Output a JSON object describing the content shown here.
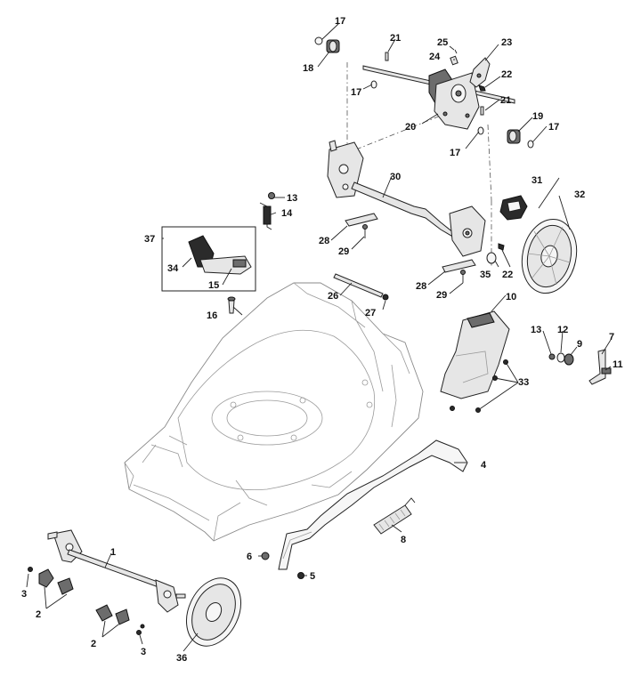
{
  "callouts": {
    "c1": "1",
    "c2a": "2",
    "c2b": "2",
    "c3a": "3",
    "c3b": "3",
    "c4": "4",
    "c5": "5",
    "c6": "6",
    "c7": "7",
    "c8": "8",
    "c9": "9",
    "c10": "10",
    "c11": "11",
    "c12": "12",
    "c13a": "13",
    "c13b": "13",
    "c14": "14",
    "c15": "15",
    "c16": "16",
    "c17a": "17",
    "c17b": "17",
    "c17c": "17",
    "c17d": "17",
    "c18": "18",
    "c19": "19",
    "c20": "20",
    "c21a": "21",
    "c21b": "21",
    "c22a": "22",
    "c22b": "22",
    "c23": "23",
    "c24": "24",
    "c25": "25",
    "c26": "26",
    "c27": "27",
    "c28a": "28",
    "c28b": "28",
    "c29a": "29",
    "c29b": "29",
    "c30": "30",
    "c31": "31",
    "c32": "32",
    "c33": "33",
    "c34": "34",
    "c35": "35",
    "c36": "36",
    "c37": "37"
  }
}
